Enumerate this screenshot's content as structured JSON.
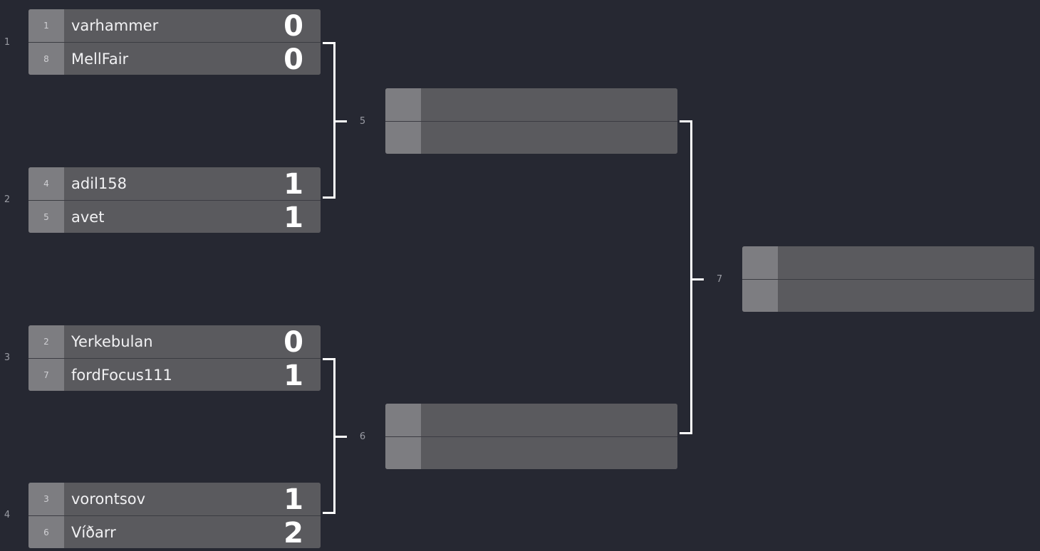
{
  "bracket": {
    "round1": [
      {
        "number": "1",
        "top": {
          "seed": "1",
          "name": "varhammer",
          "score": "0"
        },
        "bottom": {
          "seed": "8",
          "name": "MellFair",
          "score": "0"
        }
      },
      {
        "number": "2",
        "top": {
          "seed": "4",
          "name": "adil158",
          "score": "1"
        },
        "bottom": {
          "seed": "5",
          "name": "avet",
          "score": "1"
        }
      },
      {
        "number": "3",
        "top": {
          "seed": "2",
          "name": "Yerkebulan",
          "score": "0"
        },
        "bottom": {
          "seed": "7",
          "name": "fordFocus111",
          "score": "1"
        }
      },
      {
        "number": "4",
        "top": {
          "seed": "3",
          "name": "vorontsov",
          "score": "1"
        },
        "bottom": {
          "seed": "6",
          "name": "Víðarr",
          "score": "2"
        }
      }
    ],
    "round2": [
      {
        "number": "5"
      },
      {
        "number": "6"
      }
    ],
    "final": {
      "number": "7"
    }
  },
  "colors": {
    "background": "#262832",
    "slot": "#5a5a5e",
    "seed_box": "#7d7d81",
    "connector": "#ffffff"
  }
}
